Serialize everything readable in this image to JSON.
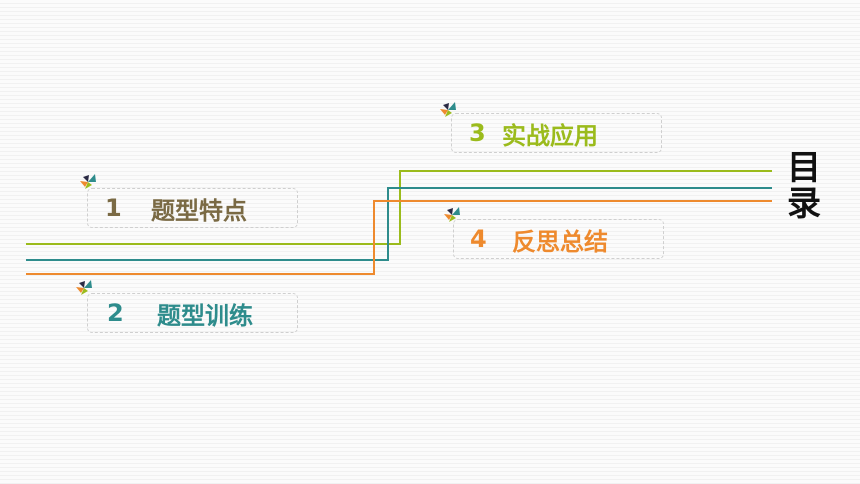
{
  "colors": {
    "green": "#9bbb1c",
    "teal": "#2e8c8c",
    "orange": "#ee8a2e",
    "brown": "#7a6a44",
    "marker_dark": "#2a2a44"
  },
  "title": {
    "char1": "目",
    "char2": "录"
  },
  "items": [
    {
      "num": "1",
      "label": "题型特点",
      "color": "#7a6a44",
      "icon": "pinwheel-marker"
    },
    {
      "num": "2",
      "label": "题型训练",
      "color": "#2e8c8c",
      "icon": "pinwheel-marker"
    },
    {
      "num": "3",
      "label": "实战应用",
      "color": "#9bbb1c",
      "icon": "pinwheel-marker"
    },
    {
      "num": "4",
      "label": "反思总结",
      "color": "#ee8a2e",
      "icon": "pinwheel-marker"
    }
  ]
}
